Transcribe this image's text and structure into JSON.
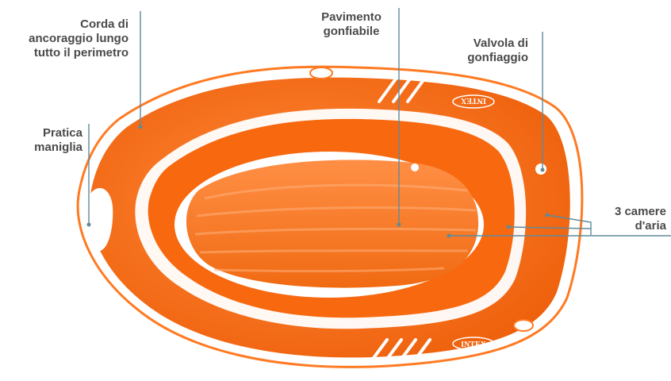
{
  "labels": {
    "corda": [
      "Corda di",
      "ancoraggio lungo",
      "tutto il perimetro"
    ],
    "pavimento": [
      "Pavimento",
      "gonfiabile"
    ],
    "valvola": [
      "Valvola di",
      "gonfiaggio"
    ],
    "maniglia": [
      "Pratica",
      "maniglia"
    ],
    "camere": [
      "3 camere",
      "d'aria"
    ]
  },
  "brand": [
    "INTEX",
    "INTEX"
  ],
  "colors": {
    "boat": "#ff7417",
    "boat_dark": "#e45a05",
    "boat_light": "#ffb07a",
    "rope": "#ffffff",
    "leader": "#5f8a99",
    "text": "#4a4a4a"
  }
}
